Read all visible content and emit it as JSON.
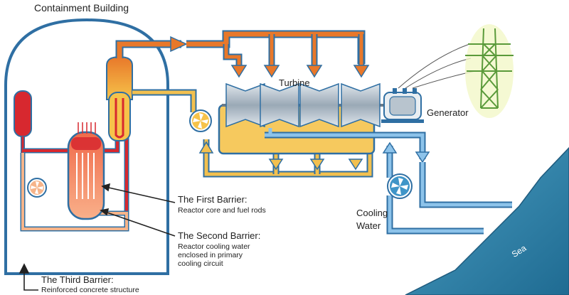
{
  "title": "Containment Building",
  "labels": {
    "turbine": "Turbine",
    "generator": "Generator",
    "cooling_water": [
      "Cooling",
      "Water"
    ],
    "sea": "Sea"
  },
  "barriers": [
    {
      "title": "The First Barrier:",
      "lines": [
        "Reactor core and fuel rods"
      ]
    },
    {
      "title": "The Second Barrier:",
      "lines": [
        "Reactor cooling water",
        "enclosed in primary",
        "cooling circuit"
      ]
    },
    {
      "title": "The Third Barrier:",
      "lines": [
        "Reinforced concrete structure"
      ]
    }
  ],
  "colors": {
    "steam_orange": "#e8782a",
    "reactor_red": "#d7282f",
    "pipe_yellow": "#f2c04f",
    "cooling_blue": "#8dc3ea",
    "containment_blue": "#2f6fa3",
    "pipe_outline": "#2f6fa3",
    "sea_blue": "#2d7fa6",
    "turbine_grey": "#a9b6c2",
    "pylon_green": "#5a9a3a"
  },
  "icons": [
    "pump-icon",
    "turbine-icon",
    "generator-icon",
    "power-pylon-icon",
    "arrow-icon"
  ]
}
